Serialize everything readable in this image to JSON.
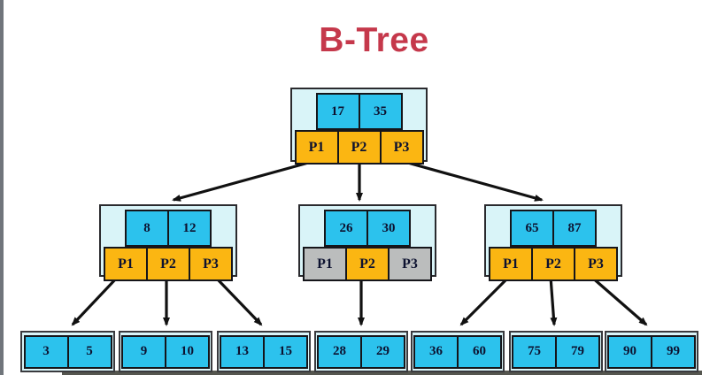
{
  "title": "B-Tree",
  "palette": {
    "title_red": "#c5384b",
    "key_cell_cyan": "#2cc2ed",
    "pointer_active_orange": "#fbb612",
    "pointer_inactive_gray": "#bbbdbd",
    "node_background_pale_cyan": "#d9f4f8",
    "border_dark": "#15151a",
    "arrow_black": "#111111",
    "background_white": "#ffffff"
  },
  "tree": {
    "root": {
      "keys": [
        "17",
        "35"
      ],
      "pointers": [
        {
          "label": "P1",
          "state": "active"
        },
        {
          "label": "P2",
          "state": "active"
        },
        {
          "label": "P3",
          "state": "active"
        }
      ]
    },
    "internal_nodes": [
      {
        "id": "internal-8-12",
        "keys": [
          "8",
          "12"
        ],
        "pointers": [
          {
            "label": "P1",
            "state": "active"
          },
          {
            "label": "P2",
            "state": "active"
          },
          {
            "label": "P3",
            "state": "active"
          }
        ]
      },
      {
        "id": "internal-26-30",
        "keys": [
          "26",
          "30"
        ],
        "pointers": [
          {
            "label": "P1",
            "state": "inactive"
          },
          {
            "label": "P2",
            "state": "active"
          },
          {
            "label": "P3",
            "state": "inactive"
          }
        ]
      },
      {
        "id": "internal-65-87",
        "keys": [
          "65",
          "87"
        ],
        "pointers": [
          {
            "label": "P1",
            "state": "active"
          },
          {
            "label": "P2",
            "state": "active"
          },
          {
            "label": "P3",
            "state": "active"
          }
        ]
      }
    ],
    "leaf_nodes": [
      {
        "id": "leaf-3-5",
        "values": [
          "3",
          "5"
        ]
      },
      {
        "id": "leaf-9-10",
        "values": [
          "9",
          "10"
        ]
      },
      {
        "id": "leaf-13-15",
        "values": [
          "13",
          "15"
        ]
      },
      {
        "id": "leaf-28-29",
        "values": [
          "28",
          "29"
        ]
      },
      {
        "id": "leaf-36-60",
        "values": [
          "36",
          "60"
        ]
      },
      {
        "id": "leaf-75-79",
        "values": [
          "75",
          "79"
        ]
      },
      {
        "id": "leaf-90-99",
        "values": [
          "90",
          "99"
        ]
      }
    ],
    "edges": [
      {
        "from": "root.P1",
        "to": "internal-8-12"
      },
      {
        "from": "root.P2",
        "to": "internal-26-30"
      },
      {
        "from": "root.P3",
        "to": "internal-65-87"
      },
      {
        "from": "internal-8-12.P1",
        "to": "leaf-3-5"
      },
      {
        "from": "internal-8-12.P2",
        "to": "leaf-9-10"
      },
      {
        "from": "internal-8-12.P3",
        "to": "leaf-13-15"
      },
      {
        "from": "internal-26-30.P2",
        "to": "leaf-28-29"
      },
      {
        "from": "internal-65-87.P1",
        "to": "leaf-36-60"
      },
      {
        "from": "internal-65-87.P2",
        "to": "leaf-75-79"
      },
      {
        "from": "internal-65-87.P3",
        "to": "leaf-90-99"
      }
    ]
  }
}
